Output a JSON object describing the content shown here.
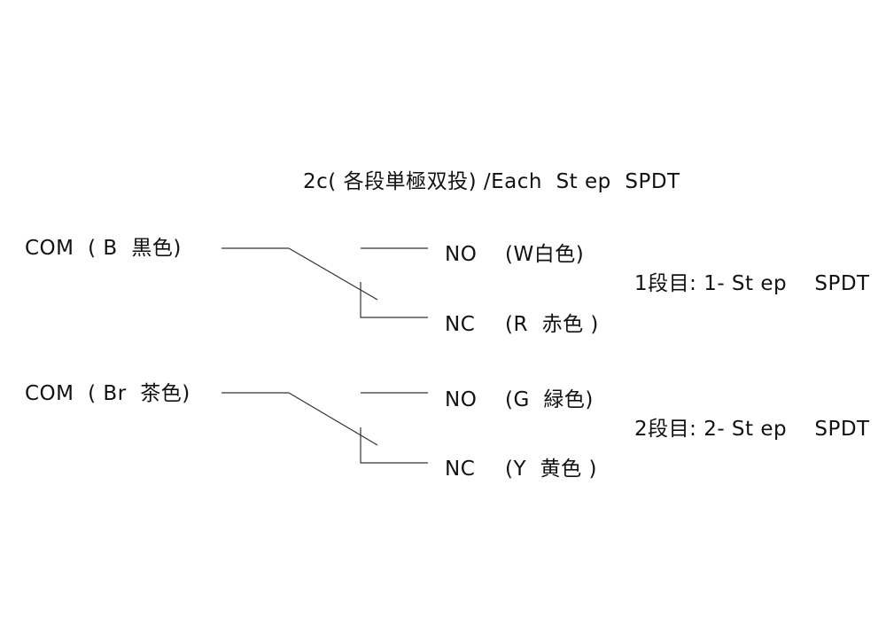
{
  "title": "2c( 各段単極双投) /Each  St ep  SPDT",
  "colors": {
    "line": "#333333",
    "text": "#111111",
    "background": "#ffffff"
  },
  "switches": [
    {
      "com_label": "COM  ( B  黒色)",
      "no_label": "NO",
      "no_color": "(W白色)",
      "nc_label": "NC",
      "nc_color": "(R  赤色 )",
      "step_label": "1段目: 1- St ep    SPDT"
    },
    {
      "com_label": "COM  ( Br  茶色)",
      "no_label": "NO",
      "no_color": "(G  緑色)",
      "nc_label": "NC",
      "nc_color": "(Y  黄色 )",
      "step_label": "2段目: 2- St ep    SPDT"
    }
  ]
}
